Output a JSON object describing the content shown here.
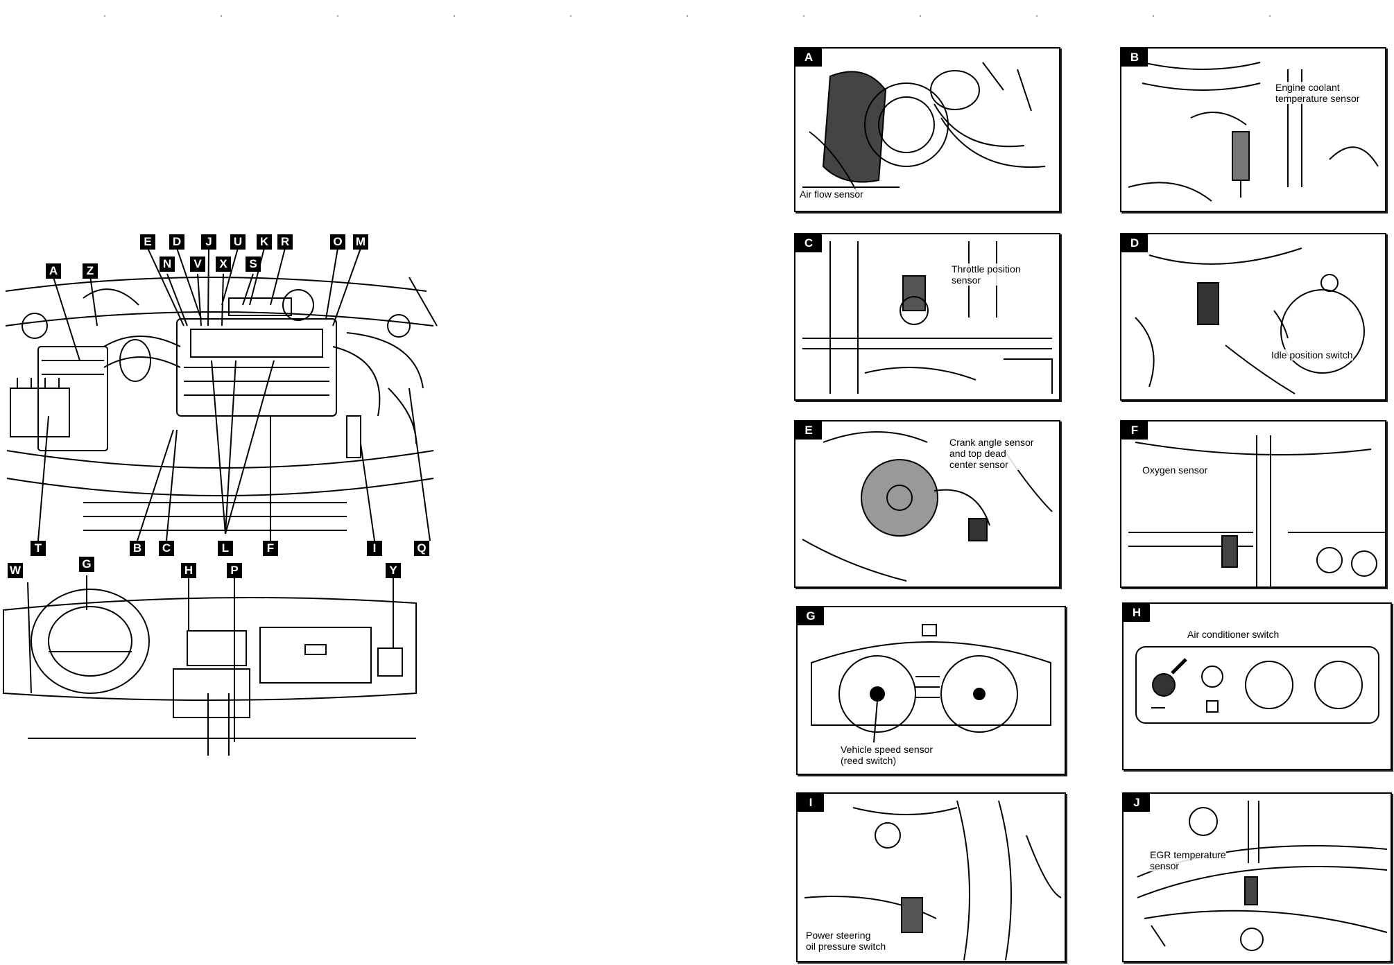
{
  "overview": {
    "engine_tags": [
      "E",
      "D",
      "J",
      "U",
      "K",
      "R",
      "O",
      "M",
      "N",
      "V",
      "X",
      "S",
      "A",
      "Z",
      "B",
      "C",
      "L",
      "F",
      "I",
      "Q",
      "T"
    ],
    "dash_tags": [
      "W",
      "G",
      "H",
      "P",
      "Y"
    ]
  },
  "panels": [
    {
      "label": "A",
      "caption": "Air flow sensor"
    },
    {
      "label": "B",
      "caption": "Engine coolant\ntemperature sensor"
    },
    {
      "label": "C",
      "caption": "Throttle position\nsensor"
    },
    {
      "label": "D",
      "caption": "Idle position switch"
    },
    {
      "label": "E",
      "caption": "Crank angle sensor\nand top dead\ncenter sensor"
    },
    {
      "label": "F",
      "caption": "Oxygen sensor"
    },
    {
      "label": "G",
      "caption": "Vehicle speed sensor\n(reed switch)"
    },
    {
      "label": "H",
      "caption": "Air conditioner switch"
    },
    {
      "label": "I",
      "caption": "Power steering\noil pressure switch"
    },
    {
      "label": "J",
      "caption": "EGR temperature\nsensor"
    }
  ]
}
